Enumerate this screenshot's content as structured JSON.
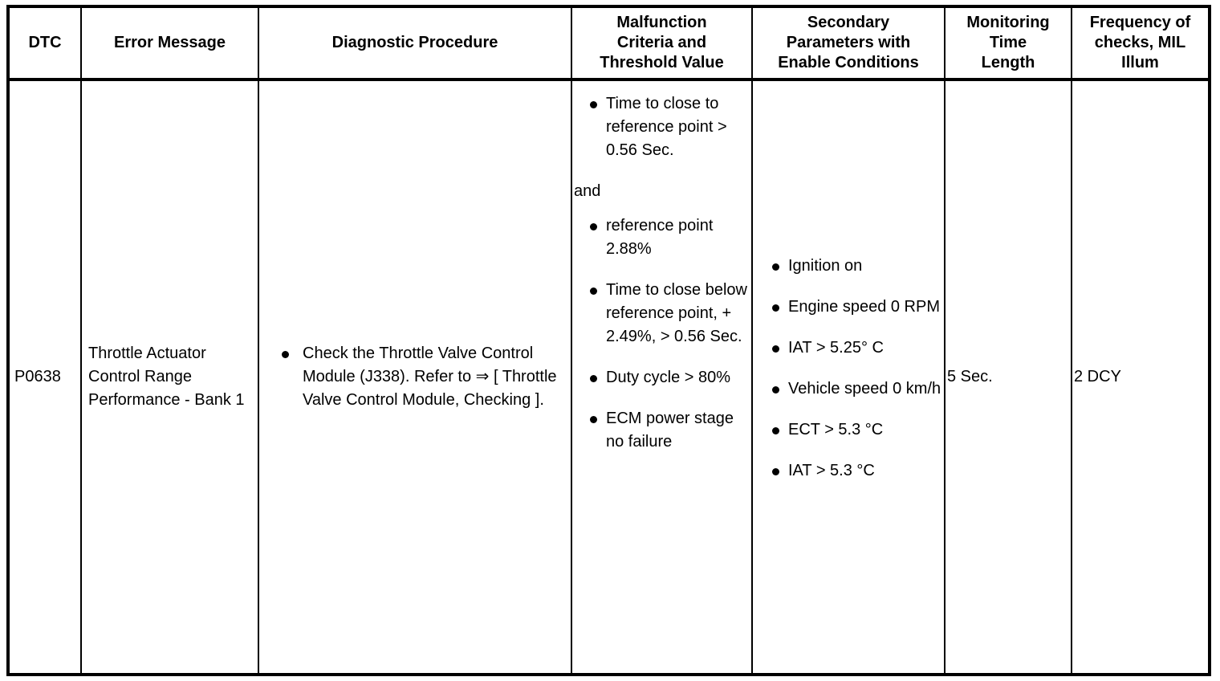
{
  "table": {
    "headers": [
      "DTC",
      "Error Message",
      "Diagnostic Procedure",
      "Malfunction Criteria and Threshold Value",
      "Secondary Parameters with Enable Conditions",
      "Monitoring Time Length",
      "Frequency of checks, MIL Illum"
    ],
    "headers_lines": {
      "dtc": "DTC",
      "error_message": "Error Message",
      "diagnostic_procedure": "Diagnostic Procedure",
      "malfunction_l1": "Malfunction",
      "malfunction_l2": "Criteria and",
      "malfunction_l3": "Threshold Value",
      "secondary_l1": "Secondary",
      "secondary_l2": "Parameters with",
      "secondary_l3": "Enable Conditions",
      "monitoring_l1": "Monitoring",
      "monitoring_l2": "Time",
      "monitoring_l3": "Length",
      "frequency_l1": "Frequency of",
      "frequency_l2": "checks, MIL",
      "frequency_l3": "Illum"
    },
    "rows": [
      {
        "dtc": "P0638",
        "error_message": "Throttle Actuator Control Range Performance - Bank 1",
        "diagnostic_procedure": [
          "Check the Throttle Valve Control Module (J338). Refer to ⇒ [ Throttle Valve Control Module, Checking ]."
        ],
        "malfunction_group_1": [
          "Time to close to reference point > 0.56 Sec."
        ],
        "malfunction_conjunction": "and",
        "malfunction_group_2": [
          "reference point 2.88%",
          "Time to close below reference point, + 2.49%, > 0.56 Sec.",
          "Duty cycle > 80%",
          "ECM power stage no failure"
        ],
        "secondary_parameters": [
          "Ignition on",
          "Engine speed 0 RPM",
          "IAT > 5.25° C",
          "Vehicle speed 0 km/h",
          "ECT > 5.3 °C",
          "IAT > 5.3 °C"
        ],
        "monitoring_time_length": "5 Sec.",
        "frequency_of_checks": "2 DCY"
      }
    ]
  },
  "colors": {
    "border": "#000000",
    "text": "#000000",
    "background": "#ffffff"
  }
}
